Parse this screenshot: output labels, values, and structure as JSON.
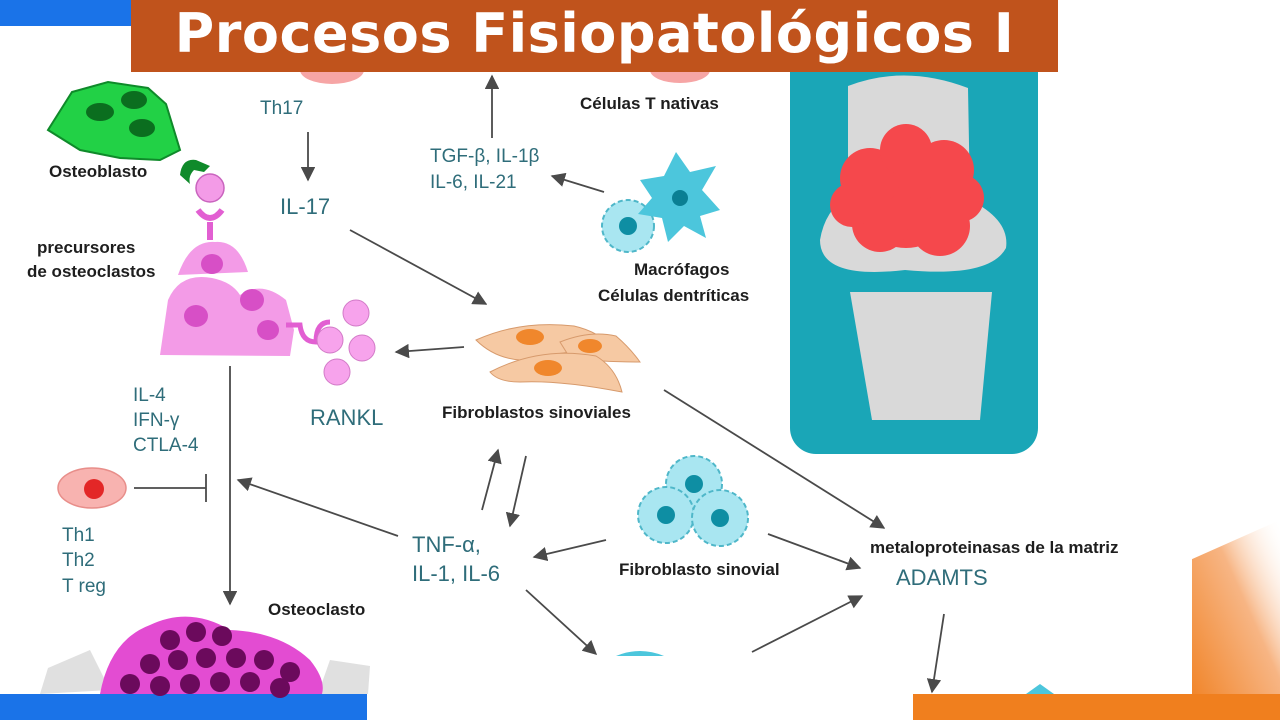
{
  "slide": {
    "title": "Procesos Fisiopatológicos I"
  },
  "labels": {
    "th17": "Th17",
    "il17": "IL-17",
    "naive_t": "Células T nativas",
    "cytokines_line1": "TGF-β, IL-1β",
    "cytokines_line2": "IL-6, IL-21",
    "macrophages": "Macrófagos",
    "dendritic": "Células dentríticas",
    "osteoblast": "Osteoblasto",
    "precursors_line1": "precursores",
    "precursors_line2": "de osteoclastos",
    "rankl": "RANKL",
    "synovial_fibroblasts": "Fibroblastos sinoviales",
    "inhibitors": [
      "IL-4",
      "IFN-γ",
      "CTLA-4"
    ],
    "tcells": [
      "Th1",
      "Th2",
      "T reg"
    ],
    "tnf_line1": "TNF-α,",
    "tnf_line2": "IL-1, IL-6",
    "synovial_fibroblast": "Fibroblasto sinovial",
    "mmp": "metaloproteinasas de la matriz",
    "adamts": "ADAMTS",
    "osteoclast": "Osteoclasto"
  },
  "colors": {
    "title_bg": "#c0531c",
    "teal_panel": "#1aa6b7",
    "accent_blue": "#1a73e8",
    "accent_orange": "#f07f1e"
  },
  "icons": [
    "joint-illustration",
    "osteoblast-cell",
    "osteoclast-precursor-cell",
    "macrophage-cell",
    "dendritic-cell",
    "fibroblast-cell",
    "osteoclast-cell",
    "t-cell"
  ]
}
